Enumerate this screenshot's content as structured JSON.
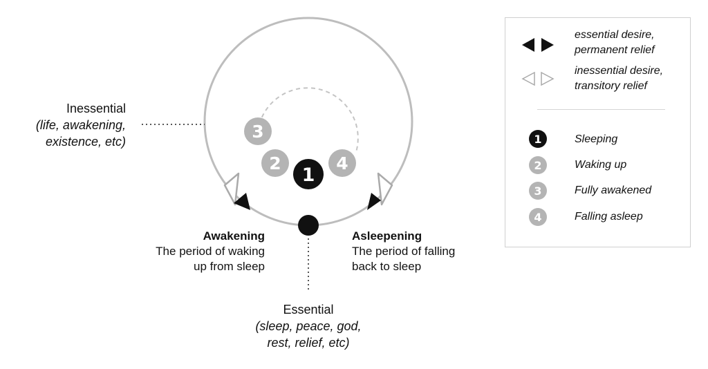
{
  "labels": {
    "inessential_title": "Inessential",
    "inessential_sub1": "(life, awakening,",
    "inessential_sub2": "existence, etc)",
    "essential_title": "Essential",
    "essential_sub1": "(sleep, peace, god,",
    "essential_sub2": "rest, relief, etc)",
    "awakening_title": "Awakening",
    "awakening_line1": "The period of waking",
    "awakening_line2": "up from sleep",
    "asleepening_title": "Asleepening",
    "asleepening_line1": "The period of falling",
    "asleepening_line2": "back to sleep"
  },
  "nodes": [
    {
      "number": "1",
      "color": "#111111"
    },
    {
      "number": "2",
      "color": "#b4b4b4"
    },
    {
      "number": "3",
      "color": "#b4b4b4"
    },
    {
      "number": "4",
      "color": "#b4b4b4"
    }
  ],
  "legend": {
    "essential_line1": "essential desire,",
    "essential_line2": "permanent relief",
    "inessential_line1": "inessential desire,",
    "inessential_line2": "transitory relief",
    "states": [
      {
        "number": "1",
        "label": "Sleeping",
        "color": "#111111"
      },
      {
        "number": "2",
        "label": "Waking up",
        "color": "#b4b4b4"
      },
      {
        "number": "3",
        "label": "Fully awakened",
        "color": "#b4b4b4"
      },
      {
        "number": "4",
        "label": "Falling asleep",
        "color": "#b4b4b4"
      }
    ]
  },
  "colors": {
    "outer_circle": "#bdbdbd",
    "inner_dashed": "#c4c4c4",
    "essential_arrow": "#111111",
    "inessential_arrow": "#aaaaaa"
  }
}
